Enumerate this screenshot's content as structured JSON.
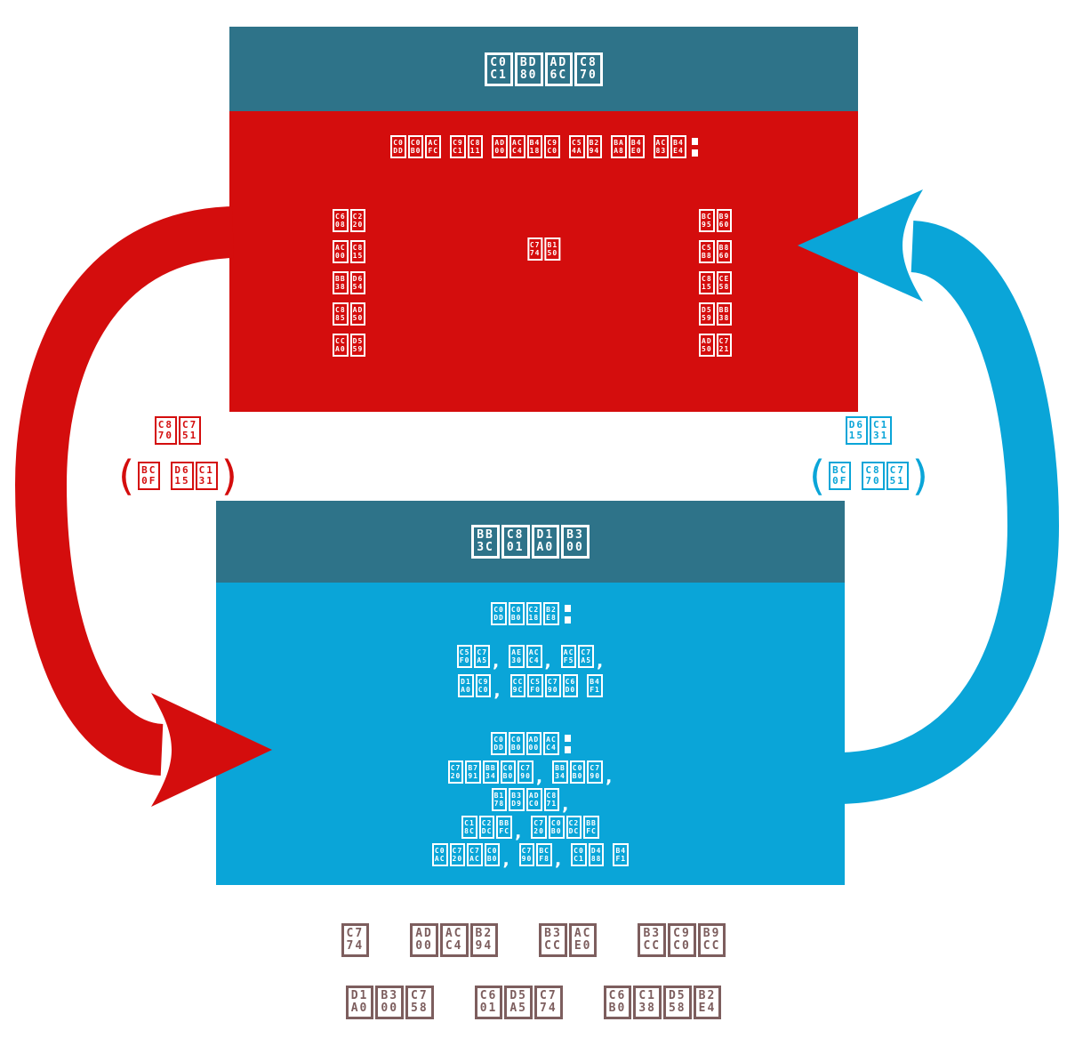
{
  "colors": {
    "red": "#d40d0d",
    "blue": "#0aa5d8",
    "teal": "#2e7389",
    "brown": "#7d5e5e",
    "text_on_boxes": "#ffffff"
  },
  "superstructure": {
    "title": "상부구조",
    "intro": "생산과 직접 관계되지 않는 모든 것들:",
    "left_items": [
      "예술",
      "가정",
      "문화",
      "종교",
      "철학"
    ],
    "center_item": "이념",
    "right_items": [
      "법률",
      "언론",
      "정치",
      "학문",
      "교육"
    ]
  },
  "left_label": {
    "line1": "조응",
    "line2": "(및 형성)"
  },
  "right_label": {
    "line1": "형성",
    "line2": "(및 조응)"
  },
  "base": {
    "title": "물적토대",
    "means_header": "생산수단:",
    "means_line1": "연장, 기계, 공장,",
    "means_line2": "토지, 천연자원 등",
    "relations_header": "생산관계:",
    "relations_line1": "유랑무산자, 무산자,",
    "relations_line2": "노동귀족,",
    "relations_line3": "소시민, 유산시민",
    "relations_line4": "사유재산, 자본, 상품 등"
  },
  "caption": {
    "line1": "이 관계는 돌고 돌지만",
    "line2": "토대의 영향이 우세하다"
  }
}
